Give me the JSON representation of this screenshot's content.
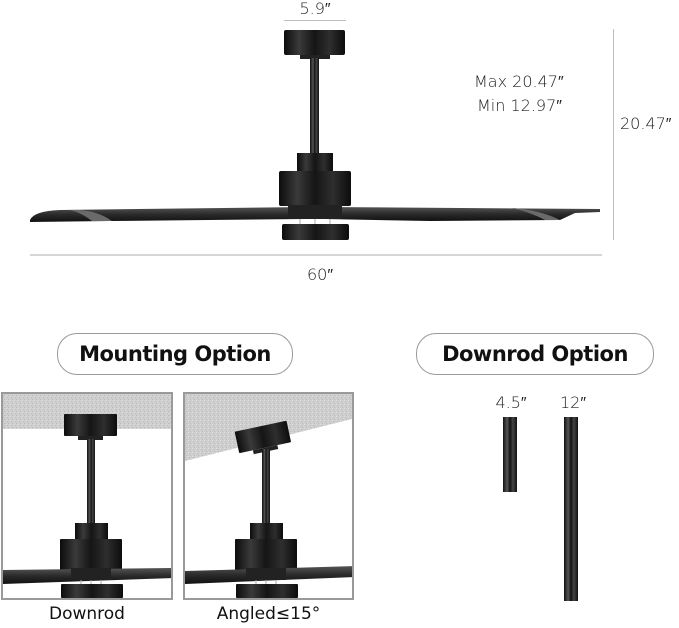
{
  "diagram": {
    "main_fan": {
      "canopy_width_label": "5.9″",
      "height_range_max": "Max 20.47″",
      "height_range_min": "Min 12.97″",
      "total_height_label": "20.47″",
      "blade_span_label": "60″"
    },
    "mounting_section": {
      "title": "Mounting Option",
      "options": [
        {
          "label": "Downrod"
        },
        {
          "label": "Angled≤15°"
        }
      ]
    },
    "downrod_section": {
      "title": "Downrod Option",
      "rods": [
        {
          "label": "4.5″",
          "length_in": 4.5
        },
        {
          "label": "12″",
          "length_in": 12
        }
      ]
    },
    "colors": {
      "fan_body": "#1a1a1a",
      "ceiling": "#c9c9c9",
      "dimension_line": "#c8c8c8",
      "panel_border": "#9a9a9a"
    }
  }
}
